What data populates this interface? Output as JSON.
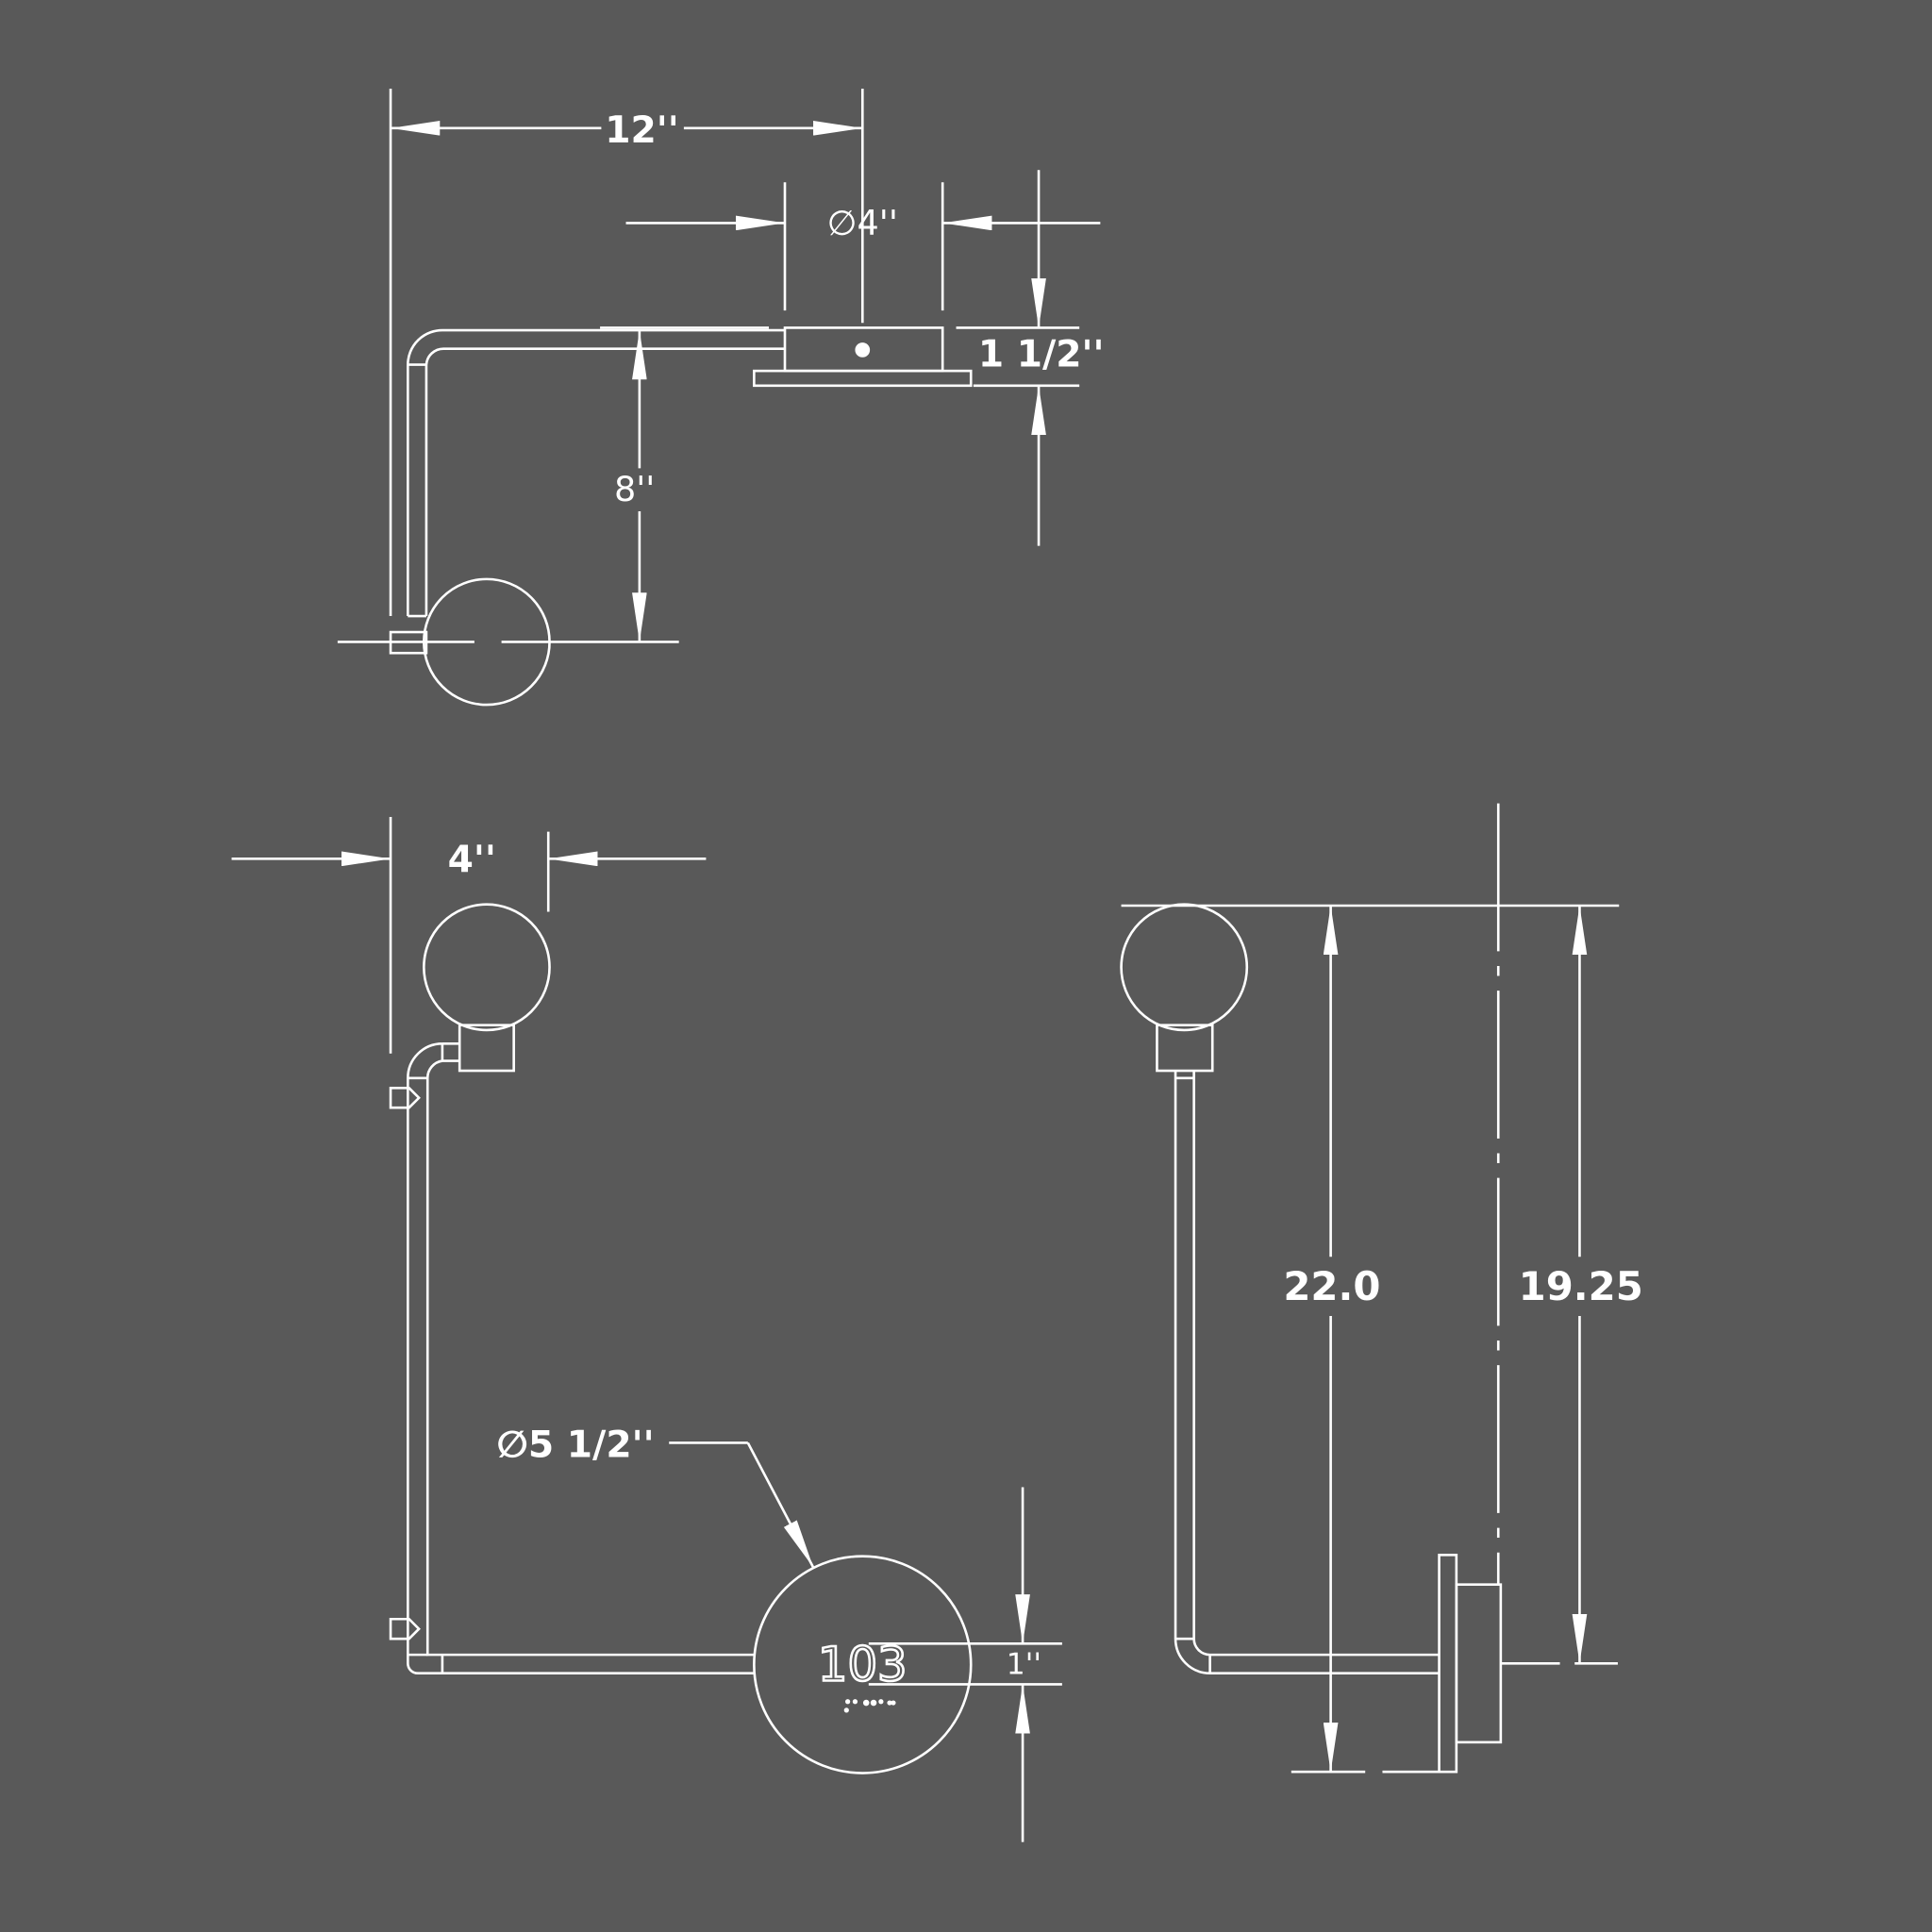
{
  "colors": {
    "background": "#595959",
    "line": "#ffffff"
  },
  "top_view": {
    "width_label": "12''",
    "diameter_label": "∅4''",
    "depth_label": "1 1/2''",
    "drop_label": "8''"
  },
  "front_view": {
    "width_label": "4''",
    "sign_diameter_label": "∅5 1/2''",
    "room_number": "103",
    "text_height_label": "1''"
  },
  "side_view": {
    "overall_height_label": "22.0",
    "mount_height_label": "19.25"
  }
}
